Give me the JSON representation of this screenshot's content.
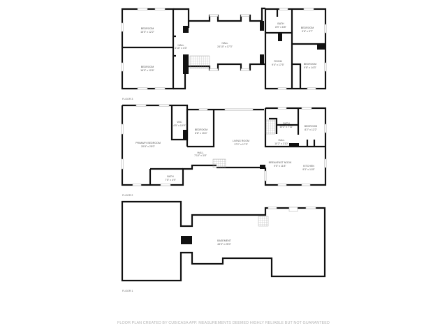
{
  "floors": [
    {
      "label": "FLOOR 3",
      "rooms": [
        {
          "name": "BEDROOM",
          "dims": "16'0\" x 12'2\""
        },
        {
          "name": "BEDROOM",
          "dims": "16'0\" x 12'6\""
        },
        {
          "name": "HALL",
          "dims": "4'10\" x 4'3\""
        },
        {
          "name": "HALL",
          "dims": "24'10\" x 17'3\""
        },
        {
          "name": "BATH",
          "dims": "8'9\" x 6'8\""
        },
        {
          "name": "BEDROOM",
          "dims": "9'6\" x 9'7\""
        },
        {
          "name": "ROOM",
          "dims": "9'4\" x 17'5\""
        },
        {
          "name": "BEDROOM",
          "dims": "9'8\" x 14'3\""
        }
      ]
    },
    {
      "label": "FLOOR 2",
      "rooms": [
        {
          "name": "PRIMARY BEDROOM",
          "dims": "20'8\" x 25'0\""
        },
        {
          "name": "WIC",
          "dims": "4'5\" x 10'9\""
        },
        {
          "name": "BEDROOM",
          "dims": "8'8\" x 15'4\""
        },
        {
          "name": "HALL",
          "dims": "7'10\" x 3'8\""
        },
        {
          "name": "BATH",
          "dims": "7'5\" x 4'9\""
        },
        {
          "name": "LIVING ROOM",
          "dims": "17'2\" x 17'3\""
        },
        {
          "name": "BATH",
          "dims": "10'2\" x 7'11\""
        },
        {
          "name": "BEDROOM",
          "dims": "8'2\" x 12'2\""
        },
        {
          "name": "HALL",
          "dims": "10'2\" x 3'10\""
        },
        {
          "name": "BREAKFAST NOOK",
          "dims": "9'5\" x 11'8\""
        },
        {
          "name": "KITCHEN",
          "dims": "9'3\" x 11'8\""
        }
      ]
    },
    {
      "label": "FLOOR 1",
      "rooms": [
        {
          "name": "BASEMENT",
          "dims": "43'0\" x 25'0\""
        }
      ]
    }
  ],
  "footer": "FLOOR PLAN CREATED BY CUBICASA APP. MEASUREMENTS DEEMED HIGHLY RELIABLE BUT NOT GUARANTEED"
}
